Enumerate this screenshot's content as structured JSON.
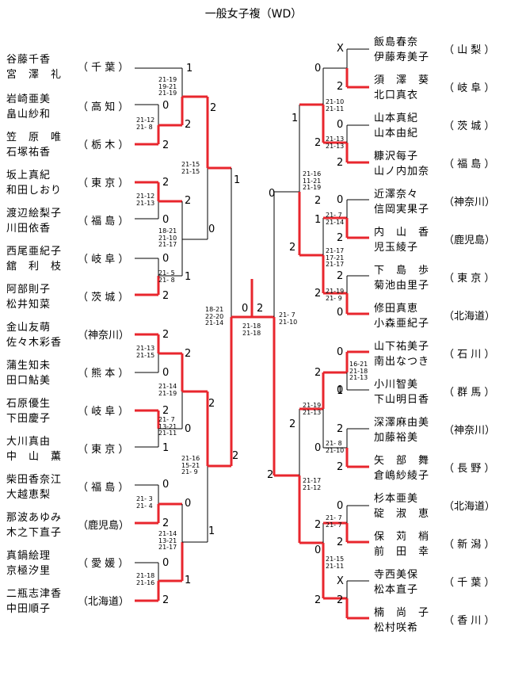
{
  "title": "一般女子複（WD）",
  "left": [
    {
      "p1": "谷藤千香",
      "p2": "宮　澤　礼",
      "pref": "（ 千 葉 ）"
    },
    {
      "p1": "岩崎亜美",
      "p2": "畠山紗和",
      "pref": "（ 高 知 ）"
    },
    {
      "p1": "笠　原　唯",
      "p2": "石塚祐香",
      "pref": "（ 栃 木 ）"
    },
    {
      "p1": "坂上真紀",
      "p2": "和田しおり",
      "pref": "（ 東 京 ）"
    },
    {
      "p1": "渡辺絵梨子",
      "p2": "川田依香",
      "pref": "（ 福 島 ）"
    },
    {
      "p1": "西尾亜紀子",
      "p2": "舘　利　枝",
      "pref": "（ 岐 阜 ）"
    },
    {
      "p1": "阿部則子",
      "p2": "松井知菜",
      "pref": "（ 茨 城 ）"
    },
    {
      "p1": "金山友萌",
      "p2": "佐々木彩香",
      "pref": "（神奈川）"
    },
    {
      "p1": "蒲生知未",
      "p2": "田口鮎美",
      "pref": "（ 熊 本 ）"
    },
    {
      "p1": "石原優生",
      "p2": "下田慶子",
      "pref": "（ 岐 阜 ）"
    },
    {
      "p1": "大川真由",
      "p2": "中　山　薫",
      "pref": "（ 東 京 ）"
    },
    {
      "p1": "柴田香奈江",
      "p2": "大越恵梨",
      "pref": "（ 福 島 ）"
    },
    {
      "p1": "那波あゆみ",
      "p2": "木之下直子",
      "pref": "（鹿児島）"
    },
    {
      "p1": "真鍋絵理",
      "p2": "京極汐里",
      "pref": "（ 愛 媛 ）"
    },
    {
      "p1": "二瓶志津香",
      "p2": "中田順子",
      "pref": "（北海道）"
    }
  ],
  "right": [
    {
      "p1": "飯島春奈",
      "p2": "伊藤寿美子",
      "pref": "（ 山 梨 ）"
    },
    {
      "p1": "須　澤　葵",
      "p2": "北口真衣",
      "pref": "（ 岐 阜 ）"
    },
    {
      "p1": "山本真紀",
      "p2": "山本由紀",
      "pref": "（ 茨 城 ）"
    },
    {
      "p1": "糠沢每子",
      "p2": "山ノ内加奈",
      "pref": "（ 福 島 ）"
    },
    {
      "p1": "近澤奈々",
      "p2": "信岡実果子",
      "pref": "（神奈川）"
    },
    {
      "p1": "内　山　香",
      "p2": "児玉綾子",
      "pref": "（鹿児島）"
    },
    {
      "p1": "下　島　歩",
      "p2": "菊池由里子",
      "pref": "（ 東 京 ）"
    },
    {
      "p1": "修田真恵",
      "p2": "小森亜紀子",
      "pref": "（北海道）"
    },
    {
      "p1": "山下祐美子",
      "p2": "南出なつき",
      "pref": "（ 石 川 ）"
    },
    {
      "p1": "小川智美",
      "p2": "下山明日香",
      "pref": "（ 群 馬 ）"
    },
    {
      "p1": "深澤麻由美",
      "p2": "加藤裕美",
      "pref": "（神奈川）"
    },
    {
      "p1": "矢　部　舞",
      "p2": "倉嶋紗綾子",
      "pref": "（ 長 野 ）"
    },
    {
      "p1": "杉本亜美",
      "p2": "碇　淑　恵",
      "pref": "（北海道）"
    },
    {
      "p1": "保　苅　梢",
      "p2": "前　田　幸",
      "pref": "（ 新 潟 ）"
    },
    {
      "p1": "寺西美保",
      "p2": "松本直子",
      "pref": "（ 千 葉 ）"
    },
    {
      "p1": "楠　尚　子",
      "p2": "松村咲希",
      "pref": "（ 香 川 ）"
    }
  ],
  "results": {
    "l1": [
      "1",
      "0",
      "2"
    ],
    "l2": [
      "2",
      "0",
      "0",
      "1",
      "2",
      "2",
      "0",
      "1",
      "0",
      "1",
      "2",
      "0",
      "2",
      "0",
      "2",
      "2",
      "2",
      "2"
    ],
    "l3": [
      "1",
      "0",
      "2",
      "0",
      "1",
      "2"
    ],
    "l4": [
      "2",
      "1"
    ],
    "final": [
      "0",
      "2"
    ],
    "r2": [
      "X",
      "0",
      "2",
      "2",
      "0",
      "2",
      "0",
      "1",
      "2",
      "2",
      "0",
      "2",
      "2",
      "2",
      "1",
      "0",
      "2",
      "0",
      "2",
      "0",
      "2",
      "X",
      "2"
    ],
    "r3": [
      "0",
      "2",
      "1",
      "2",
      "2",
      "0",
      "2",
      "0",
      "2"
    ],
    "r4": [
      "1",
      "0",
      "2",
      "2"
    ]
  },
  "scores": {
    "l_m1": [
      "21-19",
      "19-21",
      "21-19"
    ],
    "l_m2": [
      "21-12",
      "21- 8"
    ],
    "l_m3": [
      "21-15",
      "21-15"
    ],
    "l_m4": [
      "21-12",
      "21-13"
    ],
    "l_m5": [
      "18-21",
      "21-10",
      "21-17"
    ],
    "l_m6": [
      "21- 5",
      "21- 8"
    ],
    "l_m7": [
      "21-13",
      "21-15"
    ],
    "l_m8": [
      "21-14",
      "21-19"
    ],
    "l_m9": [
      "21- 7",
      "13-21",
      "21-11"
    ],
    "l_m10": [
      "21-16",
      "15-21",
      "21- 9"
    ],
    "l_m11": [
      "21- 3",
      "21- 4"
    ],
    "l_m12": [
      "21-14",
      "13-21",
      "21-17"
    ],
    "l_m13": [
      "21-18",
      "21-16"
    ],
    "l_semi": [
      "18-21",
      "22-20",
      "21-14"
    ],
    "final": [
      "21-18",
      "21-18"
    ],
    "r_semi": [
      "21- 7",
      "21-10"
    ],
    "r_m1": [
      "21-10",
      "21-11"
    ],
    "r_m2": [
      "21-13",
      "21-13"
    ],
    "r_m3": [
      "21-16",
      "11-21",
      "21-19"
    ],
    "r_m4": [
      "21- 7",
      "21-14"
    ],
    "r_m5": [
      "21-17",
      "17-21",
      "21-17"
    ],
    "r_m6": [
      "21-19",
      "21- 9"
    ],
    "r_m7": [
      "16-21",
      "21-18",
      "21-13"
    ],
    "r_m8": [
      "21-19",
      "21-13"
    ],
    "r_m9": [
      "21- 8",
      "21-10"
    ],
    "r_m10": [
      "21-17",
      "21-12"
    ],
    "r_m11": [
      "21- 7",
      "21- 7"
    ],
    "r_m12": [
      "21-15",
      "21-11"
    ]
  }
}
